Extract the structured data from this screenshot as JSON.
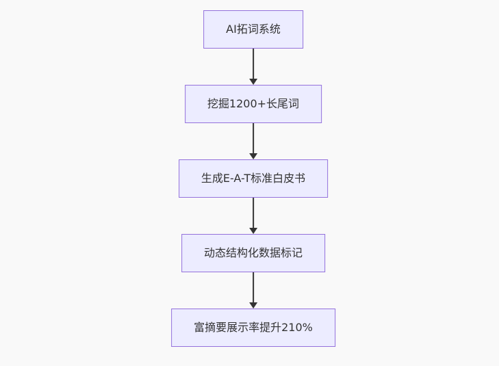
{
  "diagram": {
    "type": "flowchart",
    "direction": "top-down",
    "nodes": [
      {
        "id": "n1",
        "label": "AI拓词系统"
      },
      {
        "id": "n2",
        "label": "挖掘1200+长尾词"
      },
      {
        "id": "n3",
        "label": "生成E-A-T标准白皮书"
      },
      {
        "id": "n4",
        "label": "动态结构化数据标记"
      },
      {
        "id": "n5",
        "label": "富摘要展示率提升210%"
      }
    ],
    "edges": [
      {
        "from": "n1",
        "to": "n2",
        "style": "arrow-down"
      },
      {
        "from": "n2",
        "to": "n3",
        "style": "arrow-down"
      },
      {
        "from": "n3",
        "to": "n4",
        "style": "arrow-down"
      },
      {
        "from": "n4",
        "to": "n5",
        "style": "arrow-down"
      }
    ],
    "colors": {
      "background": "#f9f9f9",
      "node_fill": "#ECECFF",
      "node_border": "#9370DB",
      "node_text": "#333333",
      "edge_color": "#333333"
    }
  }
}
